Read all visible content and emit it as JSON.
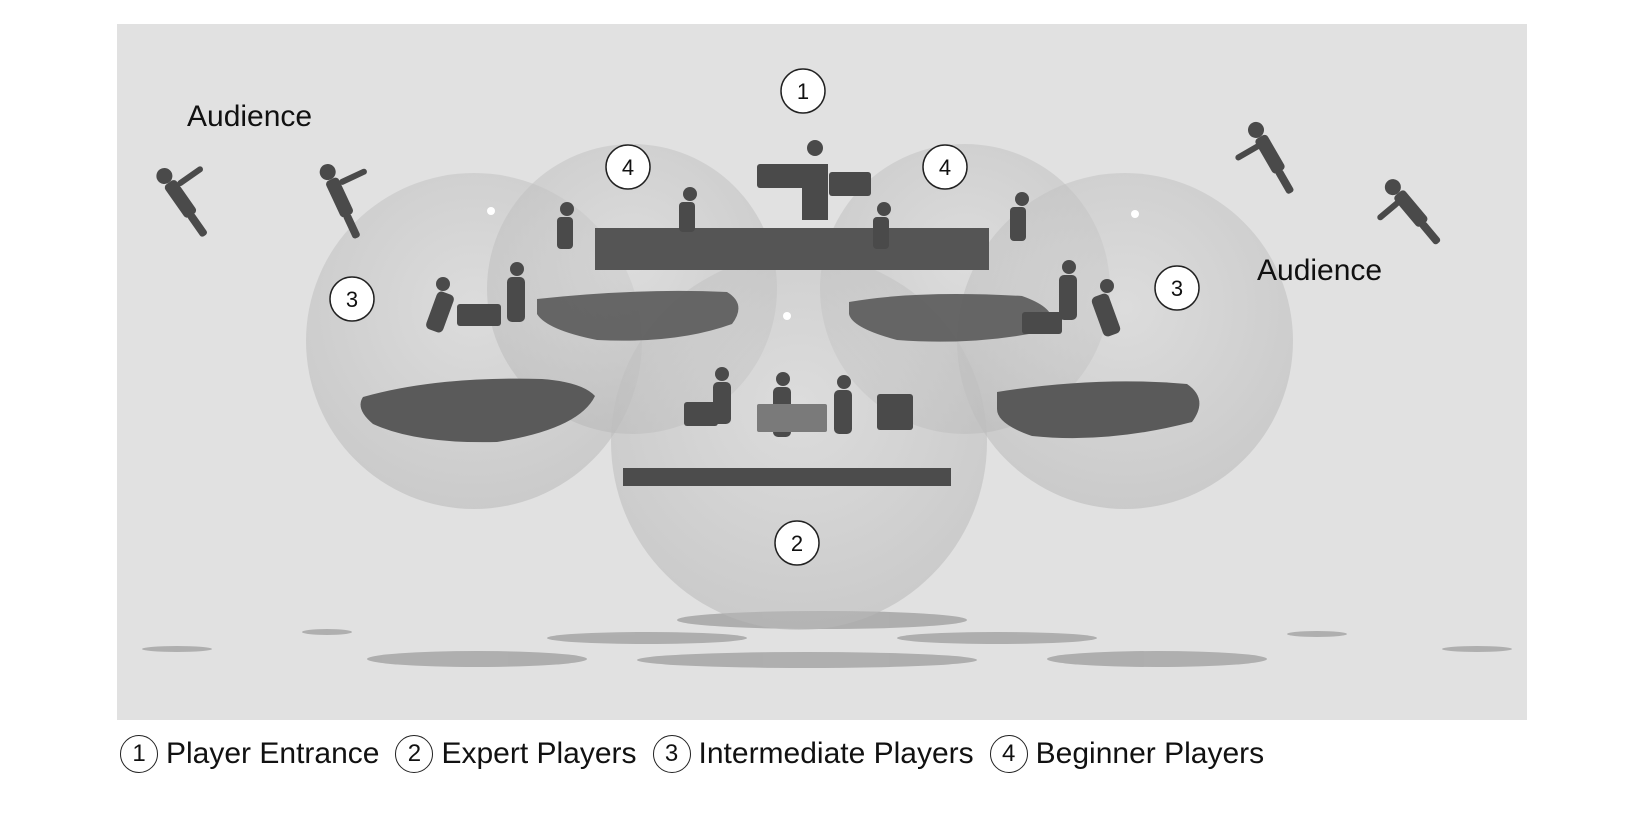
{
  "scene": {
    "colors": {
      "background": "#e1e1e1",
      "sphere": "#c9c9c9",
      "platform": "#5a5a5a",
      "figure": "#4a4a4a",
      "shadow": "#9a9a9a"
    },
    "audience_labels": [
      "Audience",
      "Audience"
    ],
    "zones": [
      {
        "number": "1"
      },
      {
        "number": "4"
      },
      {
        "number": "4"
      },
      {
        "number": "3"
      },
      {
        "number": "3"
      },
      {
        "number": "2"
      }
    ]
  },
  "legend": [
    {
      "number": "1",
      "label": "Player Entrance"
    },
    {
      "number": "2",
      "label": "Expert Players"
    },
    {
      "number": "3",
      "label": "Intermediate Players"
    },
    {
      "number": "4",
      "label": "Beginner Players"
    }
  ]
}
